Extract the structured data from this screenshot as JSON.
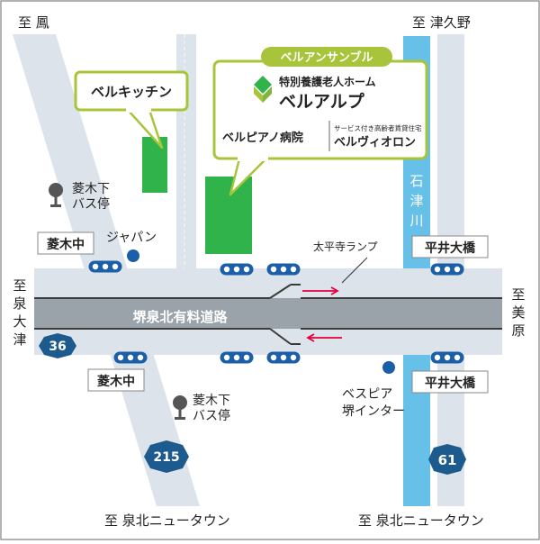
{
  "directions": {
    "top_left": "至 鳳",
    "top_right": "至 津久野",
    "left_1": "至",
    "left_2": "泉",
    "left_3": "大",
    "left_4": "津",
    "right_1": "至",
    "right_2": "美",
    "right_3": "原",
    "bottom_left": "至 泉北ニュータウン",
    "bottom_right": "至 泉北ニュータウン"
  },
  "facilities": {
    "group_label": "ベルアンサンブル",
    "nursing_home_type": "特別養護老人ホーム",
    "nursing_home_name": "ベルアルプ",
    "hospital": "ベルピアノ病院",
    "senior_housing_type": "サービス付き高齢者賃貸住宅",
    "senior_housing_name": "ベルヴィオロン",
    "kitchen": "ベルキッチン"
  },
  "landmarks": {
    "bus_stop_1_a": "菱木下",
    "bus_stop_1_b": "バス停",
    "bus_stop_2_a": "菱木下",
    "bus_stop_2_b": "バス停",
    "japan": "ジャパン",
    "bespia_1": "ベスピア",
    "bespia_2": "堺インター",
    "ramp": "太平寺ランプ"
  },
  "intersections": {
    "hishiki_top": "菱木中",
    "hishiki_bottom": "菱木中",
    "hirai_top": "平井大橋",
    "hirai_bottom": "平井大橋"
  },
  "roads": {
    "expressway": "堺泉北有料道路",
    "route_36": "36",
    "route_215": "215",
    "route_61": "61"
  },
  "river": {
    "char1": "石",
    "char2": "津",
    "char3": "川"
  },
  "colors": {
    "road": "#dce3ea",
    "expressway": "#9aa3aa",
    "river": "#66c0e8",
    "building": "#2fb34a",
    "callout_border": "#a7c43a",
    "signal": "#1a5fa8",
    "route_badge": "#1d5b8e",
    "arrow": "#e4003a"
  }
}
